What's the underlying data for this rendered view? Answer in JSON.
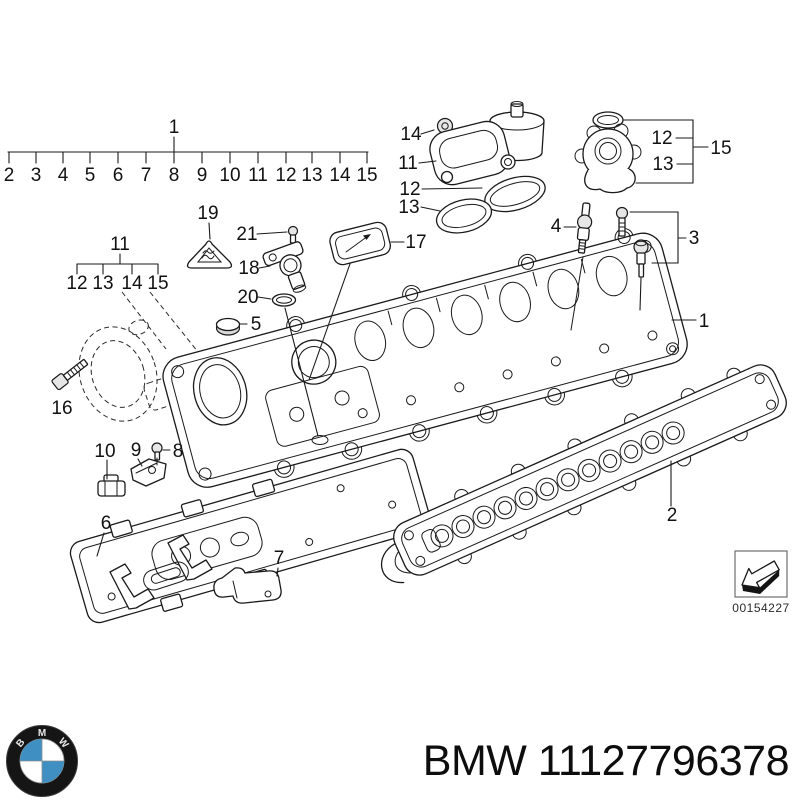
{
  "colors": {
    "line": "#1a1a1a",
    "background": "#ffffff",
    "bmw_blue": "#3f8fc2"
  },
  "diagram": {
    "ruler_top": {
      "label": "1",
      "items": [
        "2",
        "3",
        "4",
        "5",
        "6",
        "7",
        "8",
        "9",
        "10",
        "11",
        "12",
        "13",
        "14",
        "15"
      ]
    },
    "ruler_sub": {
      "label": "11",
      "items": [
        "12",
        "13",
        "14",
        "15"
      ]
    },
    "callouts": {
      "c19": "19",
      "c21": "21",
      "c18": "18",
      "c20": "20",
      "c17": "17",
      "c5": "5",
      "c16": "16",
      "c14": "14",
      "c11": "11",
      "c12_left": "12",
      "c13_left": "13",
      "c12_right": "12",
      "c13_right": "13",
      "c15": "15",
      "c4": "4",
      "c3": "3",
      "c1": "1",
      "c2": "2",
      "c10": "10",
      "c9": "9",
      "c8": "8",
      "c6": "6",
      "c7": "7"
    },
    "stamp_number": "00154227"
  },
  "footer": {
    "part_text": "BMW 11127796378",
    "logo_letters": [
      "B",
      "M",
      "W"
    ]
  }
}
